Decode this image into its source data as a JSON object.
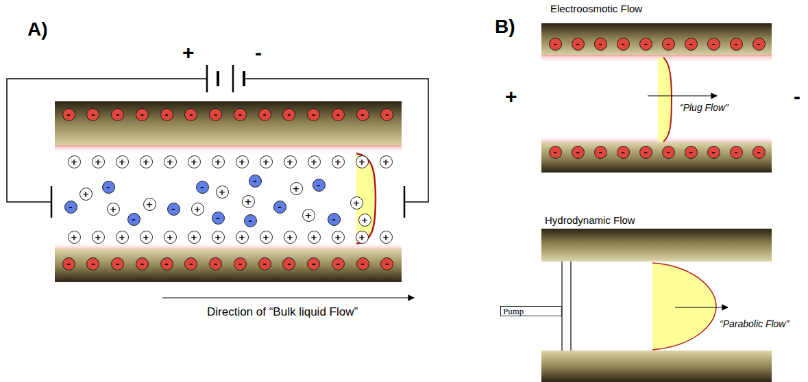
{
  "diagram": {
    "nodes": [
      {
        "text": [
          "-"
        ]
      },
      {
        "text": [
          "-"
        ]
      },
      {
        "text": [
          "-"
        ]
      },
      {
        "text": [
          "-"
        ]
      },
      {
        "text": [
          "-"
        ]
      },
      {
        "text": [
          "-"
        ]
      },
      {
        "text": [
          "-"
        ]
      },
      {
        "text": [
          "-"
        ]
      },
      {
        "text": [
          "-"
        ]
      },
      {
        "text": [
          "-"
        ]
      },
      {
        "text": [
          "-"
        ]
      },
      {
        "text": [
          "-"
        ]
      },
      {
        "text": [
          "-"
        ]
      },
      {
        "text": [
          "-"
        ]
      },
      {
        "text": [
          "+"
        ]
      },
      {
        "text": [
          "+"
        ]
      },
      {
        "text": [
          "+"
        ]
      },
      {
        "text": [
          "+"
        ]
      },
      {
        "text": [
          "+"
        ]
      },
      {
        "text": [
          "+"
        ]
      },
      {
        "text": [
          "+"
        ]
      },
      {
        "text": [
          "+"
        ]
      },
      {
        "text": [
          "+"
        ]
      },
      {
        "text": [
          "+"
        ]
      },
      {
        "text": [
          "+"
        ]
      },
      {
        "text": [
          "+"
        ]
      },
      {
        "text": [
          "+"
        ]
      },
      {
        "text": [
          "+"
        ]
      },
      {
        "text": [
          "-"
        ]
      },
      {
        "text": [
          "+"
        ]
      },
      {
        "text": [
          "-"
        ]
      },
      {
        "text": [
          "+"
        ]
      },
      {
        "text": [
          "-"
        ]
      },
      {
        "text": [
          "+"
        ]
      },
      {
        "text": [
          "-"
        ]
      },
      {
        "text": [
          "+"
        ]
      },
      {
        "text": [
          "-"
        ]
      },
      {
        "text": [
          "-"
        ]
      },
      {
        "text": [
          "+"
        ]
      },
      {
        "text": [
          "+"
        ]
      },
      {
        "text": [
          "-"
        ]
      },
      {
        "text": [
          "-"
        ]
      },
      {
        "text": [
          "-"
        ]
      },
      {
        "text": [
          "+"
        ]
      },
      {
        "text": [
          "+"
        ]
      },
      {
        "text": [
          "-"
        ]
      },
      {
        "text": [
          "-"
        ]
      },
      {
        "text": [
          "+"
        ]
      },
      {
        "text": [
          "+"
        ]
      },
      {
        "text": [
          "+"
        ]
      },
      {
        "text": [
          "+"
        ]
      },
      {
        "text": [
          "+"
        ]
      },
      {
        "text": [
          "+"
        ]
      },
      {
        "text": [
          "+"
        ]
      },
      {
        "text": [
          "+"
        ]
      },
      {
        "text": [
          "+"
        ]
      },
      {
        "text": [
          "+"
        ]
      },
      {
        "text": [
          "+"
        ]
      },
      {
        "text": [
          "+"
        ]
      },
      {
        "text": [
          "+"
        ]
      },
      {
        "text": [
          "+"
        ]
      },
      {
        "text": [
          "+"
        ]
      },
      {
        "text": [
          "+"
        ]
      },
      {
        "text": [
          "-"
        ]
      },
      {
        "text": [
          "-"
        ]
      },
      {
        "text": [
          "-"
        ]
      },
      {
        "text": [
          "-"
        ]
      },
      {
        "text": [
          "-"
        ]
      },
      {
        "text": [
          "-"
        ]
      },
      {
        "text": [
          "-"
        ]
      },
      {
        "text": [
          "-"
        ]
      },
      {
        "text": [
          "-"
        ]
      },
      {
        "text": [
          "-"
        ]
      },
      {
        "text": [
          "-"
        ]
      },
      {
        "text": [
          "-"
        ]
      },
      {
        "text": [
          "-"
        ]
      },
      {
        "text": [
          "-"
        ]
      },
      {
        "text": [
          "-"
        ]
      },
      {
        "text": [
          "-"
        ]
      },
      {
        "text": [
          "-"
        ]
      },
      {
        "text": [
          "-"
        ]
      },
      {
        "text": [
          "-"
        ]
      },
      {
        "text": [
          "-"
        ]
      },
      {
        "text": [
          "-"
        ]
      },
      {
        "text": [
          "-"
        ]
      },
      {
        "text": [
          "-"
        ]
      },
      {
        "text": [
          "-"
        ]
      },
      {
        "text": [
          "-"
        ]
      },
      {
        "text": [
          "-"
        ]
      },
      {
        "text": [
          "-"
        ]
      },
      {
        "text": [
          "-"
        ]
      },
      {
        "text": [
          "-"
        ]
      },
      {
        "text": [
          "-"
        ]
      },
      {
        "text": [
          "-"
        ]
      },
      {
        "text": [
          "-"
        ]
      },
      {
        "text": [
          "-"
        ]
      },
      {
        "text": [
          "-"
        ]
      },
      {
        "text": [
          "Pump"
        ]
      }
    ],
    "labels": [
      "A)",
      "+",
      "-",
      "Direction of “Bulk liquid Flow”",
      "B)",
      "Electroosmotic Flow",
      "+",
      "-",
      "“Plug Flow”",
      "Hydrodynamic Flow",
      "“Parabolic Flow”"
    ]
  }
}
